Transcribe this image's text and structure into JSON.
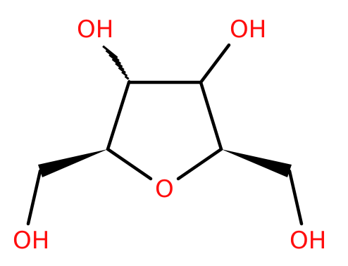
{
  "atoms": {
    "oh_top_left": "OH",
    "oh_top_right": "OH",
    "ring_oxygen": "O",
    "oh_bottom_left": "OH",
    "oh_bottom_right": "OH"
  },
  "colors": {
    "bond": "#000000",
    "heteroatom": "#ff0d0d",
    "background": "#ffffff"
  }
}
